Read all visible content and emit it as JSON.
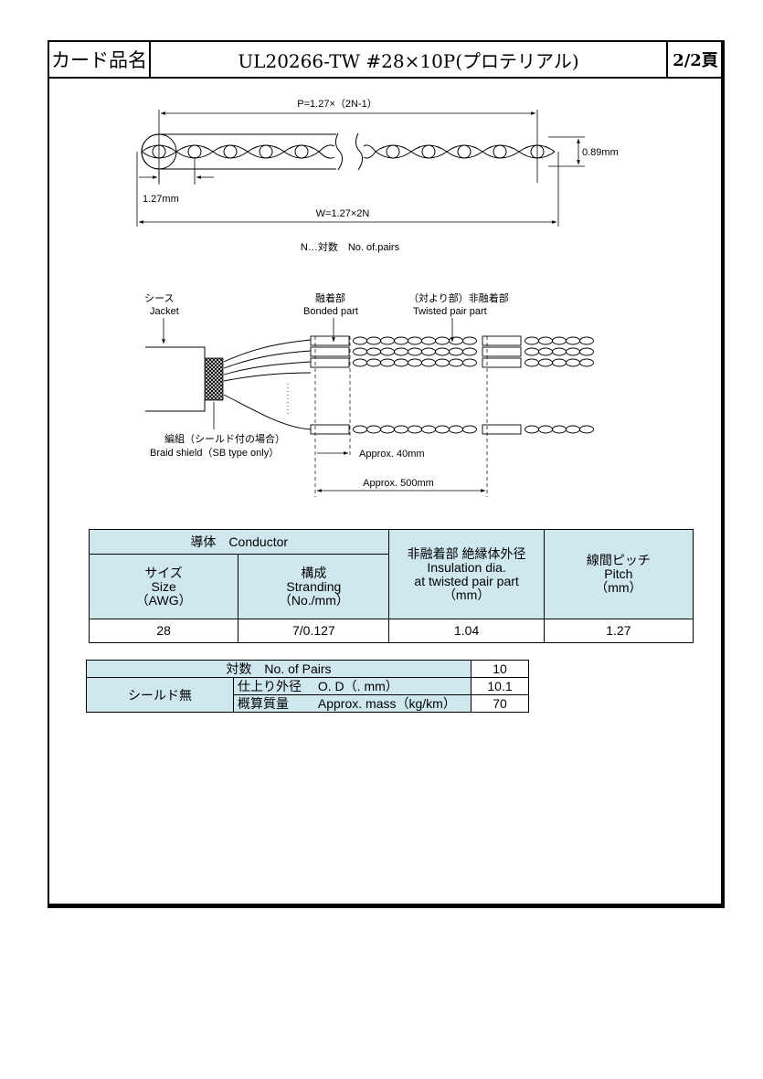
{
  "header": {
    "label": "カード品名",
    "title": "UL20266-TW #28×10P(プロテリアル)",
    "page": "2/2頁"
  },
  "cross_section": {
    "pitch_formula": "P=1.27×（2N-1）",
    "thickness": "0.89mm",
    "pitch": "1.27mm",
    "width_formula": "W=1.27×2N",
    "legend": "N…対数　No. of.pairs"
  },
  "side_view": {
    "jacket_jp": "シース",
    "jacket_en": "Jacket",
    "bonded_jp": "融着部",
    "bonded_en": "Bonded part",
    "twisted_jp": "（対より部）非融着部",
    "twisted_en": "Twisted pair part",
    "braid_jp": "編組（シールド付の場合）",
    "braid_en": "Braid shield（SB type only）",
    "dim_bonded": "Approx. 40mm",
    "dim_twisted": "Approx. 500mm"
  },
  "spec_table": {
    "conductor_header": "導体　Conductor",
    "size": {
      "jp": "サイズ",
      "en": "Size",
      "unit": "（AWG）"
    },
    "stranding": {
      "jp": "構成",
      "en": "Stranding",
      "unit": "（No./mm）"
    },
    "insulation": {
      "jp": "非融着部 絶縁体外径",
      "en1": "Insulation dia.",
      "en2": "at twisted pair part",
      "unit": "（mm）"
    },
    "pitch": {
      "jp": "線間ピッチ",
      "en": "Pitch",
      "unit": "（mm）"
    },
    "values": {
      "size": "28",
      "stranding": "7/0.127",
      "insulation": "1.04",
      "pitch": "1.27"
    }
  },
  "pairs_table": {
    "pairs_label": "対数　No. of Pairs",
    "pairs_value": "10",
    "group_label": "シールド無",
    "od_label": "仕上り外径　 O. D（. mm）",
    "od_value": "10.1",
    "mass_label": "概算質量　　 Approx. mass（kg/km）",
    "mass_value": "70"
  }
}
